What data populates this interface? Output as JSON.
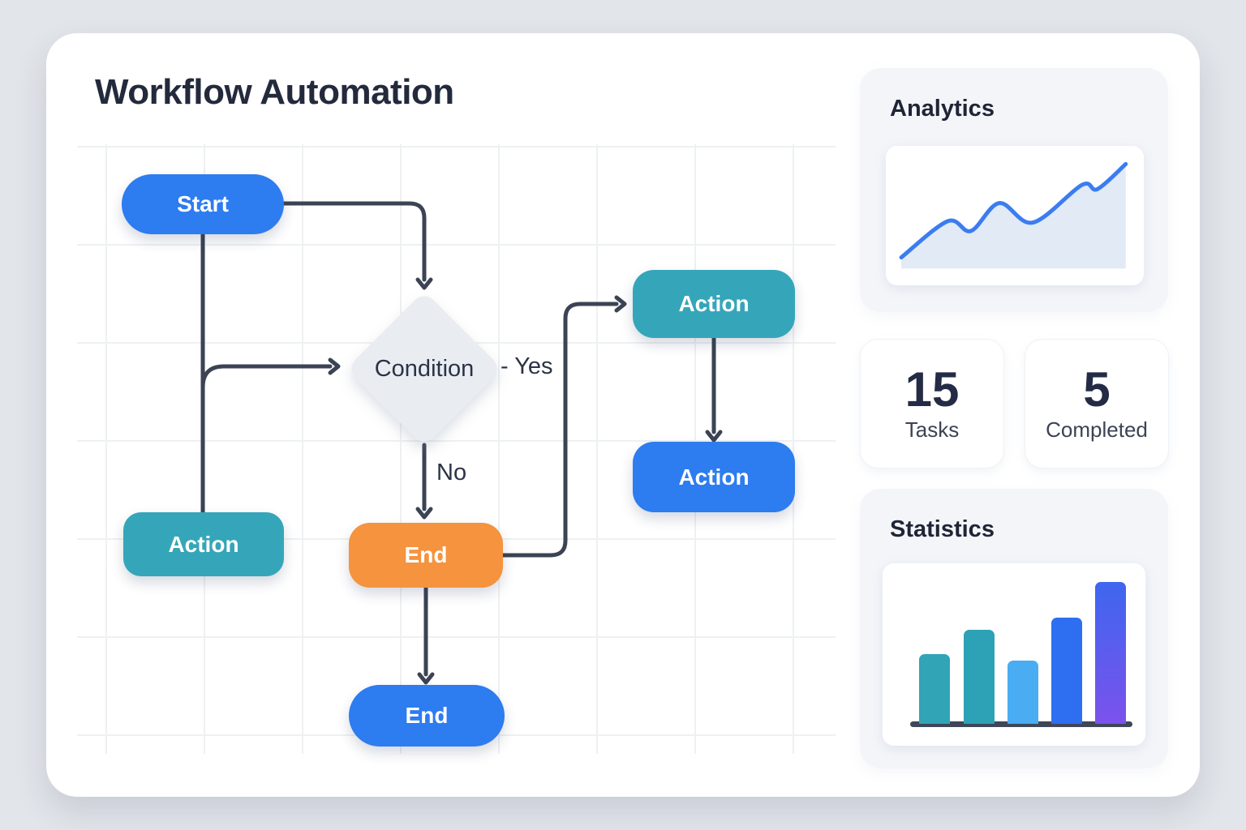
{
  "header": {
    "title": "Workflow Automation"
  },
  "flowchart": {
    "nodes": {
      "start": {
        "label": "Start"
      },
      "condition": {
        "label": "Condition"
      },
      "action_top_right": {
        "label": "Action"
      },
      "action_bottom_right": {
        "label": "Action"
      },
      "action_left": {
        "label": "Action"
      },
      "end_orange": {
        "label": "End"
      },
      "end_final": {
        "label": "End"
      }
    },
    "edge_labels": {
      "yes": "- Yes",
      "no": "No"
    },
    "colors": {
      "primary_blue": "#2d7cf0",
      "teal": "#35a6b9",
      "orange": "#f5933e",
      "diamond_fill": "#e9edf2",
      "edge": "#3b4354"
    }
  },
  "sidebar": {
    "analytics_card": {
      "title": "Analytics"
    },
    "stat_cards": [
      {
        "value": "15",
        "label": "Tasks"
      },
      {
        "value": "5",
        "label": "Completed"
      }
    ],
    "statistics_card": {
      "title": "Statistics"
    }
  },
  "chart_data": [
    {
      "type": "line",
      "title": "Analytics",
      "points_pct": [
        [
          6,
          80
        ],
        [
          24,
          54
        ],
        [
          33,
          61
        ],
        [
          44,
          41
        ],
        [
          57,
          55
        ],
        [
          76,
          28
        ],
        [
          82,
          31
        ],
        [
          93,
          13
        ]
      ],
      "note": "x,y in percent of panel; y measured from top; rising wavy trend, no axis labels",
      "line_color": "#3b7df0",
      "area_color": "#e2eaf6",
      "area_bottom_pct": 88,
      "legend": "none",
      "grid": "off"
    },
    {
      "type": "bar",
      "title": "Statistics",
      "values_pct_of_max": [
        49,
        66,
        44,
        75,
        100
      ],
      "bars": [
        {
          "h": 86,
          "color": "#31a4b6"
        },
        {
          "h": 116,
          "color": "#2da1b5"
        },
        {
          "h": 78,
          "color": "#4aacf2"
        },
        {
          "h": 131,
          "color": "#2e6ef0"
        },
        {
          "h": 175,
          "color": "#3e66ef",
          "color2": "#7b52ec"
        }
      ],
      "bar_x": [
        45,
        100,
        154,
        208,
        262
      ],
      "axis_color": "#3e4657",
      "legend": "none",
      "grid": "off"
    }
  ]
}
